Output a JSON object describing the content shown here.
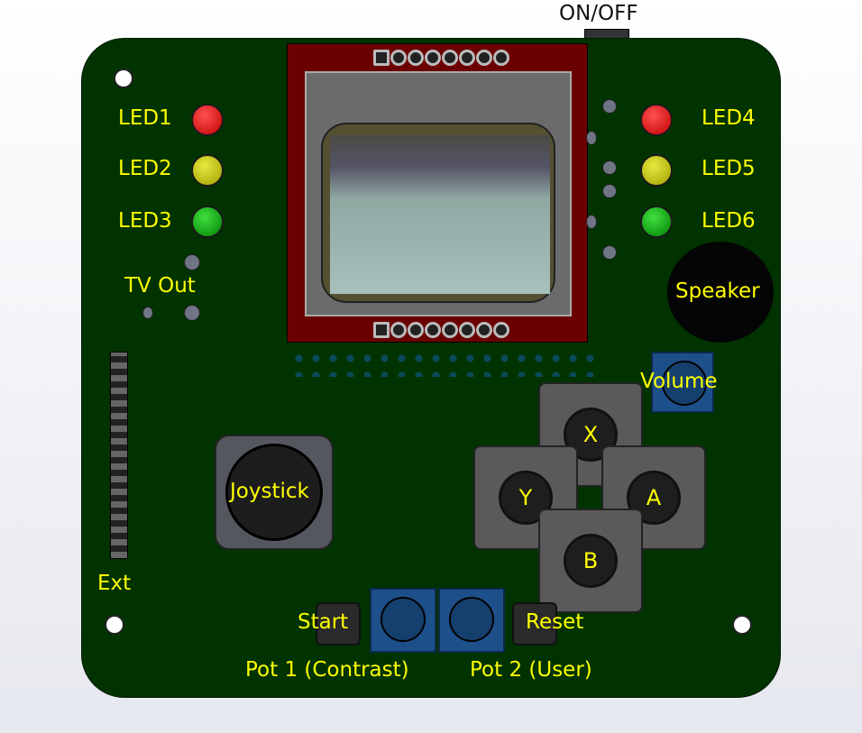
{
  "labels": {
    "power": "ON/OFF",
    "led1": "LED1",
    "led2": "LED2",
    "led3": "LED3",
    "led4": "LED4",
    "led5": "LED5",
    "led6": "LED6",
    "tv_out": "TV Out",
    "speaker": "Speaker",
    "volume": "Volume",
    "joystick": "Joystick",
    "ext": "Ext",
    "start": "Start",
    "reset": "Reset",
    "pot1": "Pot 1 (Contrast)",
    "pot2": "Pot 2 (User)"
  },
  "buttons": {
    "x": "X",
    "y": "Y",
    "a": "A",
    "b": "B"
  },
  "colors": {
    "board": "#003300",
    "label": "#ffff00",
    "lcd_frame": "#6b0000",
    "led_red": "#cc0000",
    "led_yellow": "#b8b800",
    "led_green": "#00a000"
  }
}
